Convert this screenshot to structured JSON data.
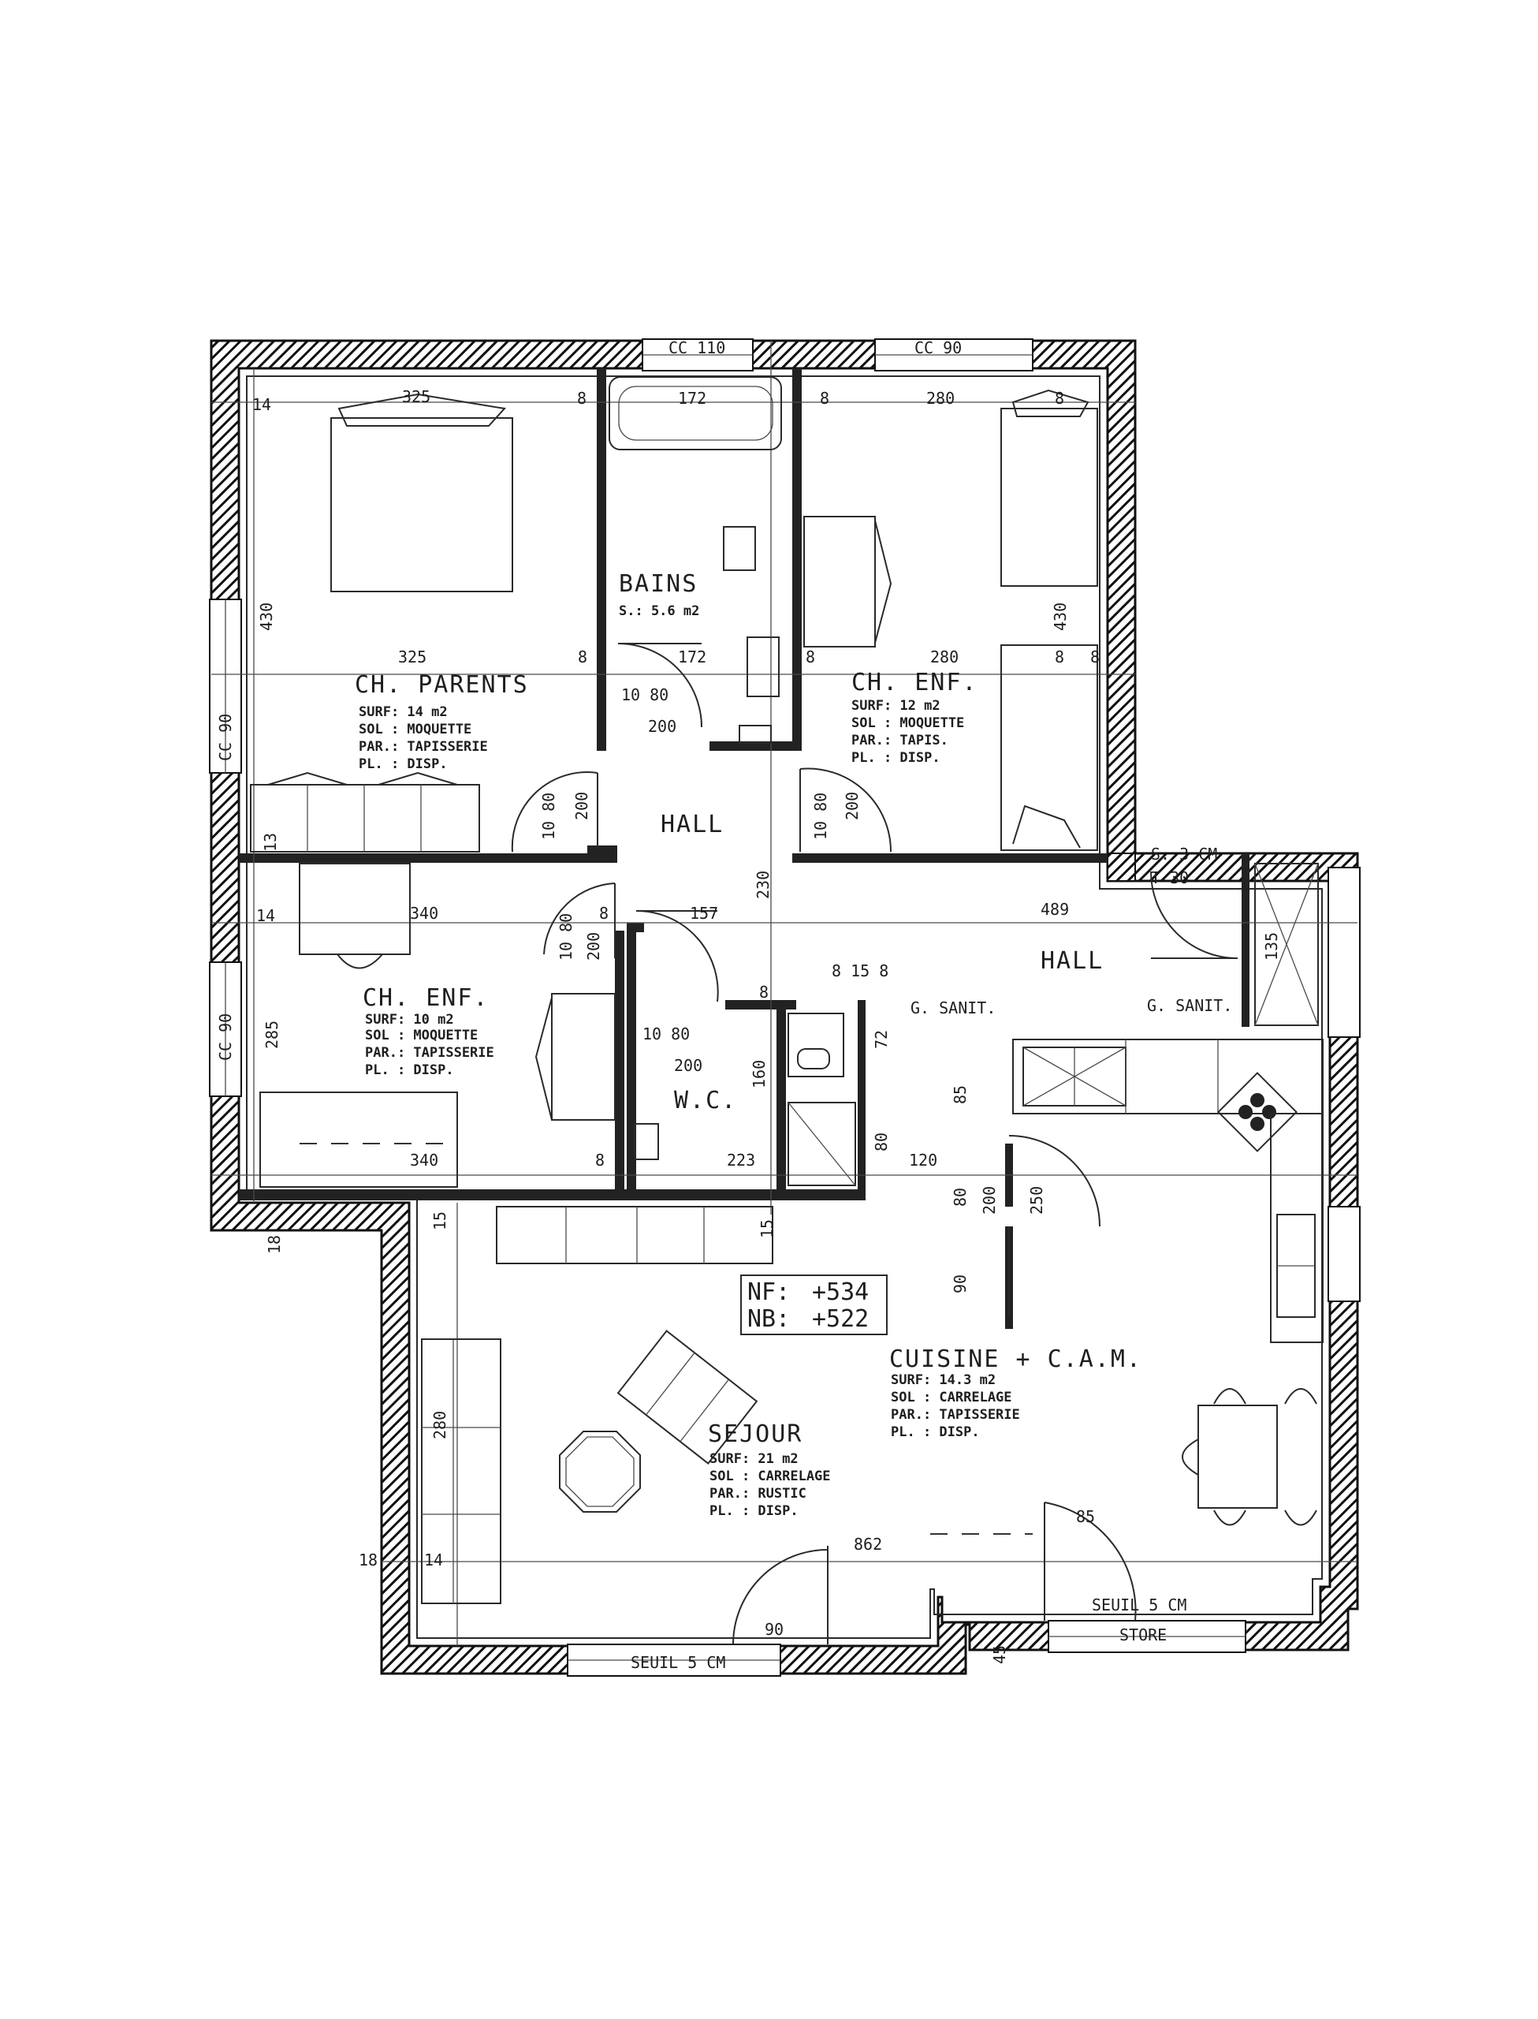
{
  "rooms": {
    "ch_parents": {
      "name": "CH. PARENTS",
      "surf": "SURF: 14 m2",
      "sol": "SOL : MOQUETTE",
      "par": "PAR.: TAPISSERIE",
      "pl": "PL. : DISP."
    },
    "bains": {
      "name": "BAINS",
      "surf": "S.: 5.6 m2"
    },
    "ch_enf_1": {
      "name": "CH. ENF.",
      "surf": "SURF: 12 m2",
      "sol": "SOL : MOQUETTE",
      "par": "PAR.: TAPIS.",
      "pl": "PL. : DISP."
    },
    "ch_enf_2": {
      "name": "CH. ENF.",
      "surf": "SURF: 10 m2",
      "sol": "SOL : MOQUETTE",
      "par": "PAR.: TAPISSERIE",
      "pl": "PL. : DISP."
    },
    "hall_1": {
      "name": "HALL"
    },
    "hall_2": {
      "name": "HALL"
    },
    "wc": {
      "name": "W.C."
    },
    "sejour": {
      "name": "SEJOUR",
      "surf": "SURF: 21 m2",
      "sol": "SOL : CARRELAGE",
      "par": "PAR.: RUSTIC",
      "pl": "PL. : DISP."
    },
    "cuisine": {
      "name": "CUISINE + C.A.M.",
      "surf": "SURF: 14.3 m2",
      "sol": "SOL : CARRELAGE",
      "par": "PAR.: TAPISSERIE",
      "pl": "PL. : DISP."
    }
  },
  "levels": {
    "nf": "NF:",
    "nf_value": "+534",
    "nb": "NB:",
    "nb_value": "+522"
  },
  "labels": {
    "cc110": "CC 110",
    "cc90_top": "CC 90",
    "cc90_left_1": "CC 90",
    "cc90_left_2": "CC 90",
    "g_sanit_1": "G. SANIT.",
    "g_sanit_2": "G. SANIT.",
    "seuil_3": "S. 3 CM",
    "t30": "T 30",
    "seuil_5_a": "SEUIL 5 CM",
    "seuil_5_b": "SEUIL 5 CM",
    "store": "STORE"
  },
  "dimensions": {
    "d14a": "14",
    "d325a": "325",
    "d8a": "8",
    "d172a": "172",
    "d8b": "8",
    "d280a": "280",
    "d8c": "8",
    "d430a": "430",
    "d430b": "430",
    "d325b": "325",
    "d8d": "8",
    "d172b": "172",
    "d8e": "8",
    "d280b": "280",
    "d8f": "8",
    "d8g": "8",
    "d1080a": "10 80",
    "d200a": "200",
    "d1080b": "10 80",
    "d200b": "200",
    "d1080c": "10 80",
    "d200c": "200",
    "d13": "13",
    "d14b": "14",
    "d340a": "340",
    "d8h": "8",
    "d157": "157",
    "d489": "489",
    "d230": "230",
    "d1080d": "10 80",
    "d200d": "200",
    "d8i": "8",
    "d815": "8 15 8",
    "d1080e": "10 80",
    "d200e": "200",
    "d72": "72",
    "d160": "160",
    "d85": "85",
    "d80": "80",
    "d285": "285",
    "d340b": "340",
    "d8j": "8",
    "d223": "223",
    "d120": "120",
    "d18a": "18",
    "d15a": "15",
    "d15b": "15",
    "d80b": "80",
    "d200f": "200",
    "d250": "250",
    "d90": "90",
    "d135": "135",
    "d280c": "280",
    "d862": "862",
    "d18b": "18",
    "d14c": "14",
    "d90b": "90",
    "d85b": "85",
    "d45": "45"
  }
}
